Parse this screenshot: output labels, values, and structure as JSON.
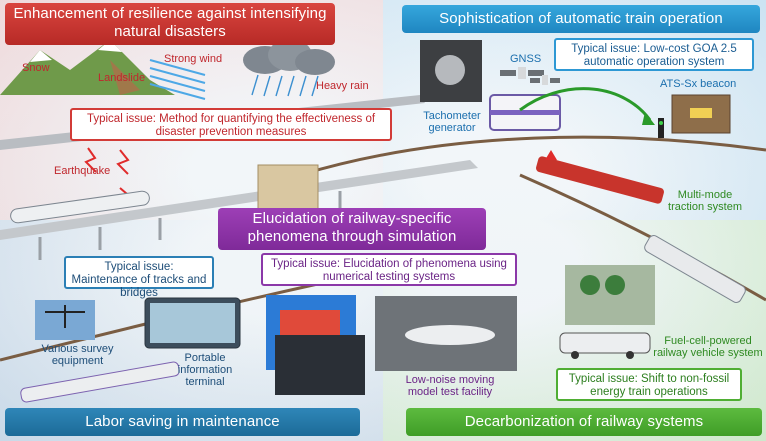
{
  "quadrants": {
    "top_left": {
      "title": "Enhancement of resilience against intensifying natural disasters",
      "issue": "Typical issue: Method for quantifying the effectiveness of disaster prevention measures",
      "labels": {
        "snow": "Snow",
        "landslide": "Landslide",
        "strong_wind": "Strong wind",
        "heavy_rain": "Heavy rain",
        "earthquake": "Earthquake"
      }
    },
    "top_right": {
      "title": "Sophistication of automatic train operation",
      "issue": "Typical issue: Low-cost GOA 2.5 automatic operation system",
      "labels": {
        "gnss": "GNSS",
        "tachometer": "Tachometer generator",
        "beacon": "ATS-Sx beacon"
      }
    },
    "bottom_left": {
      "title": "Labor saving in maintenance",
      "issue": "Typical issue: Maintenance of tracks and bridges",
      "labels": {
        "survey": "Various survey equipment",
        "terminal": "Portable information terminal"
      }
    },
    "bottom_right": {
      "title": "Decarbonization of railway systems",
      "issue": "Typical issue: Shift to non-fossil energy train operations",
      "labels": {
        "multimode": "Multi-mode traction system",
        "fuelcell": "Fuel-cell-powered railway vehicle system"
      }
    },
    "center": {
      "title": "Elucidation of railway-specific phenomena through simulation",
      "issue": "Typical issue: Elucidation of phenomena using numerical testing systems",
      "labels": {
        "lownoise": "Low-noise moving model test facility"
      }
    }
  },
  "colors": {
    "red": "#c0272d",
    "blue": "#1f86c1",
    "navy": "#1c6b98",
    "green": "#3f9d27",
    "purple": "#7f2a99"
  }
}
